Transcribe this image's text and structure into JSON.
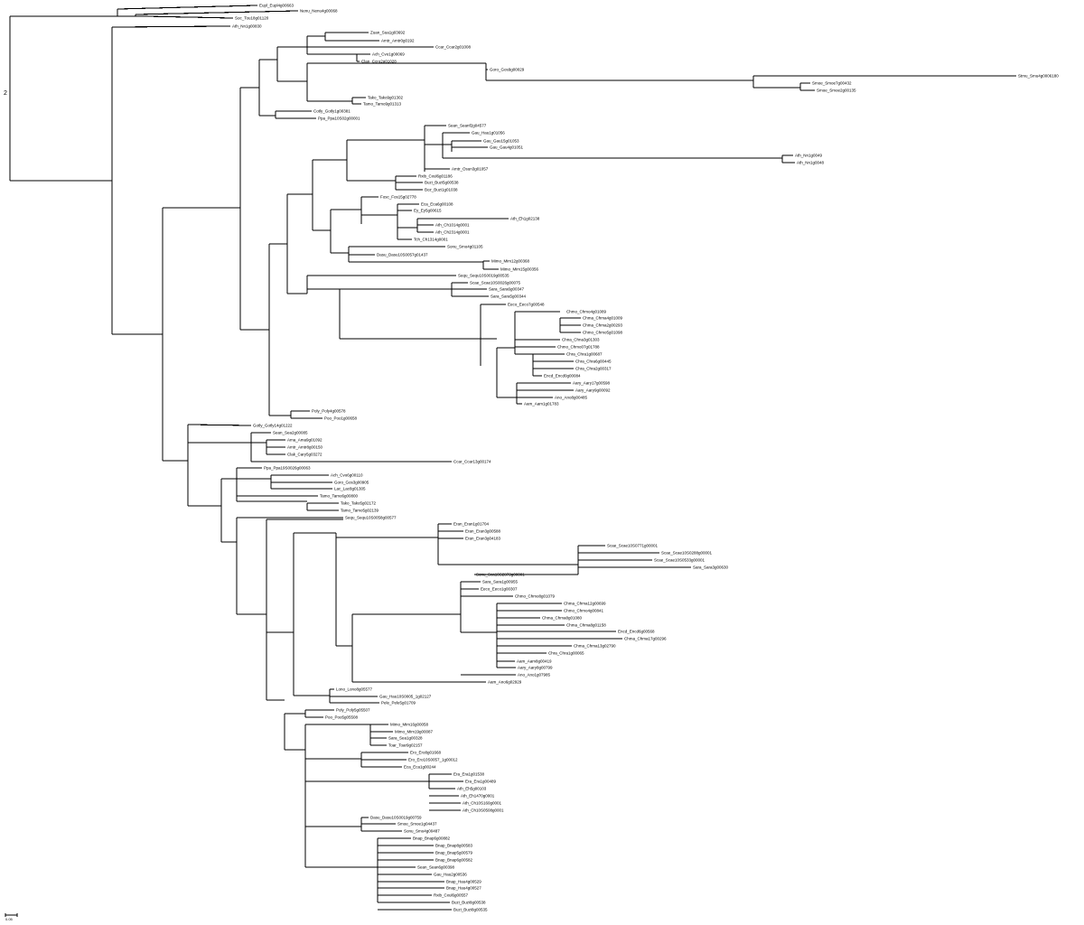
{
  "tree": {
    "root_label": "2",
    "scale_label": "0.05",
    "leaves": [
      "Eupl_Eupl4g00663",
      "Nenu_Nenu4g00068",
      "Soc_Tou18g01120",
      "Ath_Nn1g00830",
      "Zuan_Sua1g03692",
      "Amtr_Amtr0g0192",
      "Ccar_Ccar2g01008",
      "Ach_Cvo1g00069",
      "Clan_Ccro2g01028",
      "Goro_Gos9g00029",
      "Stmu_Smu4g0006180",
      "Smoe_Smoe7g00432",
      "Smoe_Smoe2g00135",
      "Tako_Tako9g01302",
      "Tamo_Tamo9g01313",
      "Cotly_Gotly1g00381",
      "Ppa_Ppa10S02g00001",
      "Sean_Seanf2g04577",
      "Gau_Hau1g01056",
      "Gau_Gau15g01053",
      "Gau_Gau4g01051",
      "Ath_Nn1g0049",
      "Ath_Nn1g0048",
      "Amtr_Osun3g01057",
      "Rxib_Cxul6g01186",
      "Buzi_Buzi5g00538",
      "Boz_Buzi1g01038",
      "Fosc_Fos15g02778",
      "Eca_Eca6g00108",
      "Ey_Ey5g00615",
      "Ath_Eh1g02138",
      "Ath_Ch1014g0001",
      "Ath_Ch2314g0001",
      "Tch_Ch1314g0001",
      "Sonu_Smo4g01105",
      "Dasu_Dasu10S0057g01437",
      "Mimo_Mim12g00368",
      "Mimo_Mim15g00356",
      "Sequ_Sequ10S0019g00535",
      "Scae_Scae10S0026g00075",
      "Sara_Sara6g00347",
      "Sara_Sara5g00344",
      "Eeco_Eeco7g00548",
      "Chmo_Chmo4g01089",
      "Chma_Chma4g01009",
      "Chma_Chma2g00293",
      "Chmo_Chmo5g01098",
      "Chna_Chna3g01303",
      "Chmo_Chmo07g01788",
      "Chra_Chra1g00687",
      "Chra_Chra6g00445",
      "Chra_Chra2g00317",
      "Encd_Encd0g00084",
      "Aary_Aary17g00598",
      "Aary_Aary9g00092",
      "Ano_Ano8g00485",
      "Aam_Aam1g01783",
      "Poly_Poly4g00578",
      "Poo_Poo1g00658",
      "Gotly_Gotly14g01222",
      "Sean_Sea2g00085",
      "Ama_Ama9g01092",
      "Amtr_Amtr8g00150",
      "Clak_Cary5g03272",
      "Ccar_Ccar13g00174",
      "Ppa_Ppa19S0026g00063",
      "Ach_Cvo6g00110",
      "Goro_Gos3g00905",
      "Lac_Lac8g01305",
      "Tamo_Tamo6g00800",
      "Tako_Tako5g02172",
      "Tamo_Tamo5g02139",
      "Sequ_Sequ10S0058g00577",
      "Eran_Eran1g01704",
      "Eran_Eran3g00588",
      "Eran_Eran3g04183",
      "Scae_Scae10S0771g00001",
      "Scae_Scae10S0288g00001",
      "Scae_Scae10S0533g00001",
      "Sara_Sara3g00630",
      "Sonu_Sca10S2873g00001",
      "Sara_Sara1g00955",
      "Eeco_Eeco1g00307",
      "Chmo_Chmo8g01079",
      "Chma_Chma12g00699",
      "Chmo_Chmo4g00841",
      "Chma_Chma8g01080",
      "Chma_Chma8g01158",
      "Encd_Encd6g00568",
      "Chma_Chma17g00296",
      "Chma_Chma13g02790",
      "Chra_Chra1g00065",
      "Aam_Aam8g00419",
      "Aary_Aary8g00799",
      "Ano_Ano1g07985",
      "Aam_Ano6g02929",
      "Lono_Lono8g05577",
      "Gau_Hau10S0005_1g02127",
      "Pele_Pele5g01709",
      "Poly_Poly5g05507",
      "Poo_Poo5g05508",
      "Mimo_Mim16g00058",
      "Mimo_Mim19g00087",
      "Sara_Sea1g00328",
      "Toar_Toar9g02157",
      "Ero_Ero8g01668",
      "Ero_Ero10S0057_1g00012",
      "Eca_Eca1g00244",
      "Era_Era1g01538",
      "Era_Era1g00489",
      "Ath_Eh5g00103",
      "Ath_Eh1470g0001",
      "Ath_Ch10S160g0001",
      "Ath_Ch10S0508g0001",
      "Dasu_Dasu10S0019g00759",
      "Smoe_Smoe1g04437",
      "Sonu_Smo4g00487",
      "Bnap_Bnap6g00882",
      "Bnap_Bnap8g00583",
      "Bnap_Bnap5g00579",
      "Bnap_Bnap6g00582",
      "Sean_Sean6g00398",
      "Gau_Hau2g00536",
      "Bnap_Hau4g00529",
      "Bnap_Hau4g00527",
      "Rxib_Cxul6g00557",
      "Buzi_Buzi8g00538",
      "Buzi_Buzi8g00535"
    ]
  }
}
